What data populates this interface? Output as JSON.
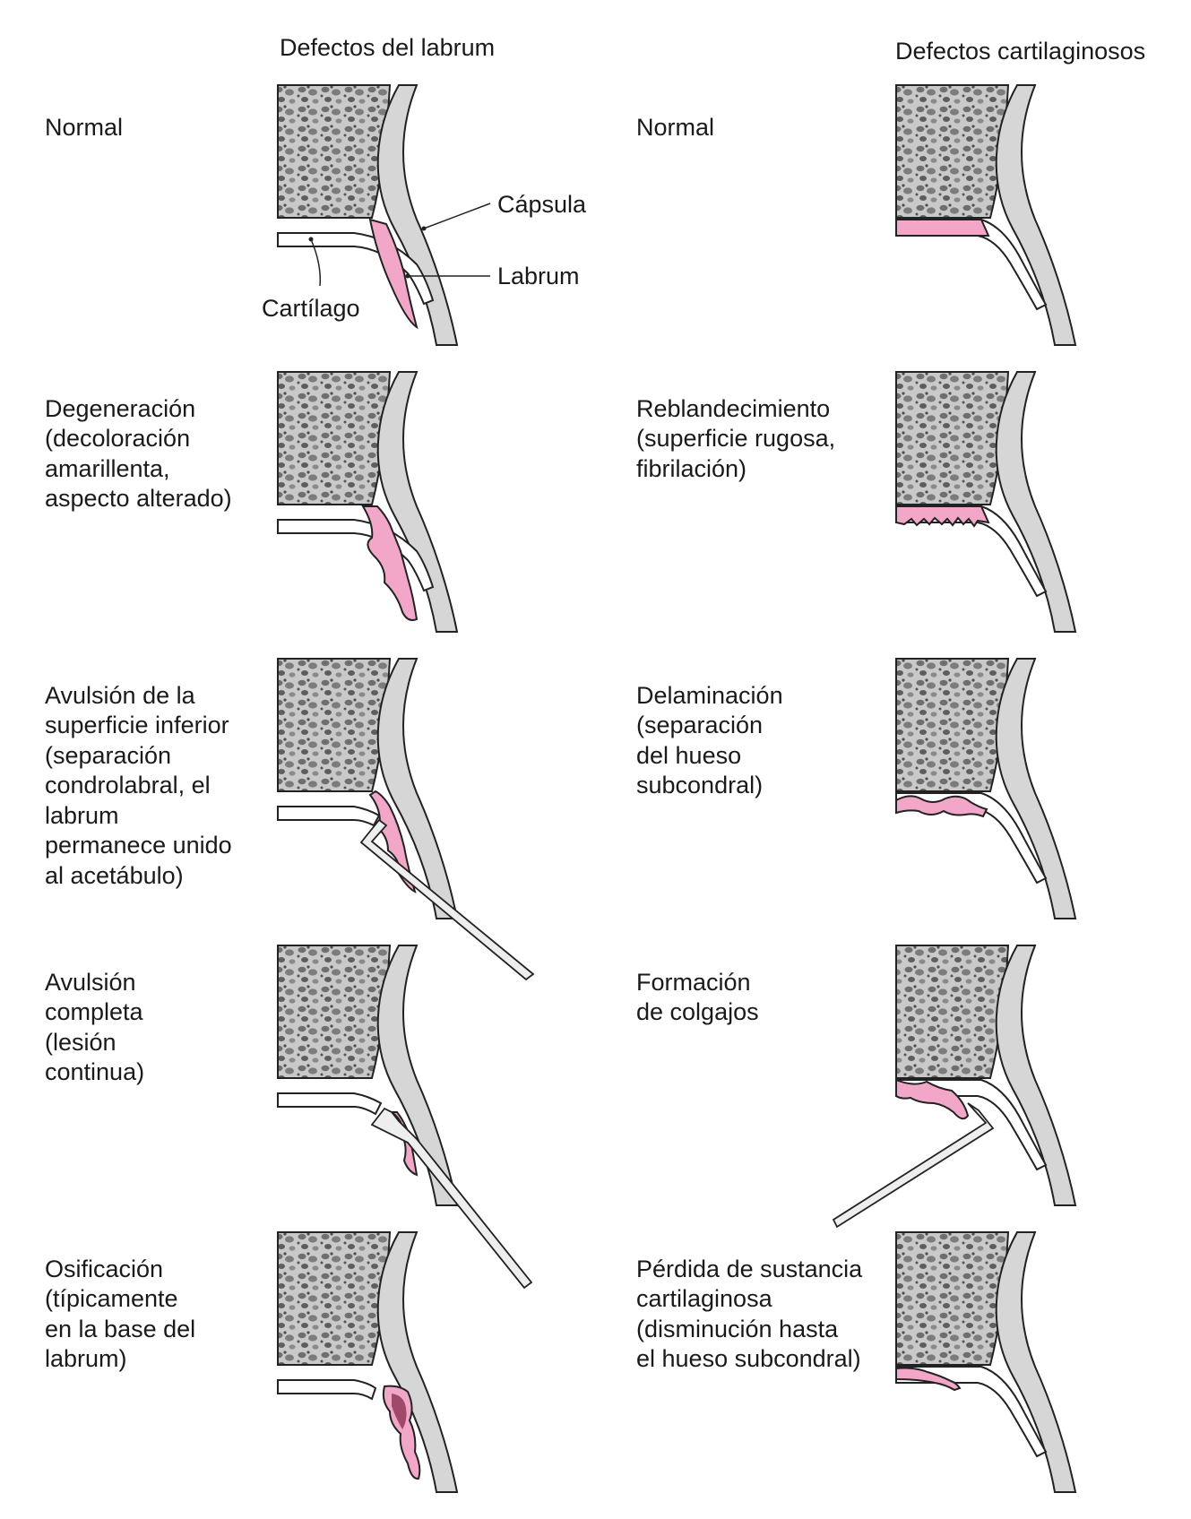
{
  "columns": {
    "left_title": "Defectos del labrum",
    "right_title": "Defectos cartilaginosos"
  },
  "labrum_rows": [
    {
      "id": "normal",
      "lines": [
        "Normal"
      ]
    },
    {
      "id": "degeneracion",
      "lines": [
        "Degeneración",
        "(decoloración",
        "amarillenta,",
        "aspecto alterado)"
      ]
    },
    {
      "id": "avulsion-inferior",
      "lines": [
        "Avulsión de la",
        "superficie inferior",
        "(separación",
        "condrolabral, el",
        "labrum",
        "permanece unido",
        "al acetábulo)"
      ]
    },
    {
      "id": "avulsion-completa",
      "lines": [
        "Avulsión",
        "completa",
        "(lesión",
        "continua)"
      ]
    },
    {
      "id": "osificacion",
      "lines": [
        "Osificación",
        "(típicamente",
        "en la base del",
        "labrum)"
      ]
    }
  ],
  "cartilage_rows": [
    {
      "id": "normal",
      "lines": [
        "Normal"
      ]
    },
    {
      "id": "reblandecimiento",
      "lines": [
        "Reblandecimiento",
        "(superficie rugosa,",
        "fibrilación)"
      ]
    },
    {
      "id": "delaminacion",
      "lines": [
        "Delaminación",
        "(separación",
        "del hueso",
        "subcondral)"
      ]
    },
    {
      "id": "colgajos",
      "lines": [
        "Formación",
        "de colgajos"
      ]
    },
    {
      "id": "perdida",
      "lines": [
        "Pérdida de sustancia",
        "cartilaginosa",
        "(disminución hasta",
        "el hueso subcondral)"
      ]
    }
  ],
  "annotations": {
    "capsula": "Cápsula",
    "labrum": "Labrum",
    "cartilago": "Cartílago"
  },
  "colors": {
    "labrum_pink": "#f2a7c8",
    "ossified": "#a04a6a",
    "capsule_grey": "#d6d6d6",
    "bone_grey": "#8a8a8a",
    "outline": "#222222"
  }
}
